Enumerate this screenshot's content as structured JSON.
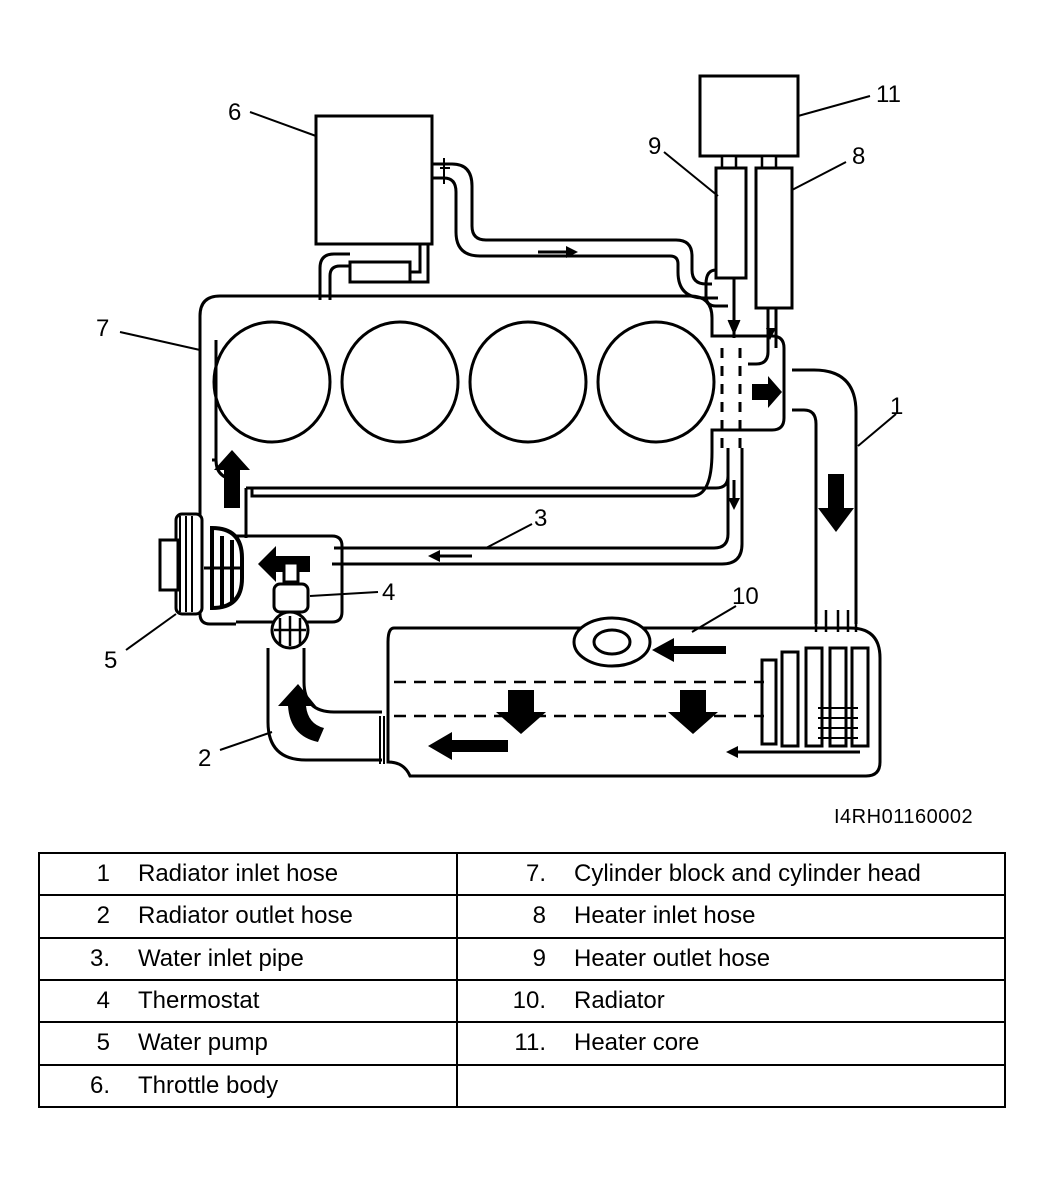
{
  "callouts": [
    "1",
    "2",
    "3",
    "4",
    "5",
    "6",
    "7",
    "8",
    "9",
    "10",
    "11"
  ],
  "figure_id": "I4RH01160002",
  "legend": [
    [
      {
        "num": "1",
        "text": "Radiator inlet hose"
      },
      {
        "num": "7.",
        "text": "Cylinder block and cylinder head"
      }
    ],
    [
      {
        "num": "2",
        "text": "Radiator outlet hose"
      },
      {
        "num": "8",
        "text": "Heater inlet hose"
      }
    ],
    [
      {
        "num": "3.",
        "text": "Water inlet pipe"
      },
      {
        "num": "9",
        "text": "Heater outlet hose"
      }
    ],
    [
      {
        "num": "4",
        "text": "Thermostat"
      },
      {
        "num": "10.",
        "text": "Radiator"
      }
    ],
    [
      {
        "num": "5",
        "text": "Water pump"
      },
      {
        "num": "11.",
        "text": "Heater core"
      }
    ],
    [
      {
        "num": "6.",
        "text": "Throttle body"
      },
      {
        "num": "",
        "text": ""
      }
    ]
  ]
}
